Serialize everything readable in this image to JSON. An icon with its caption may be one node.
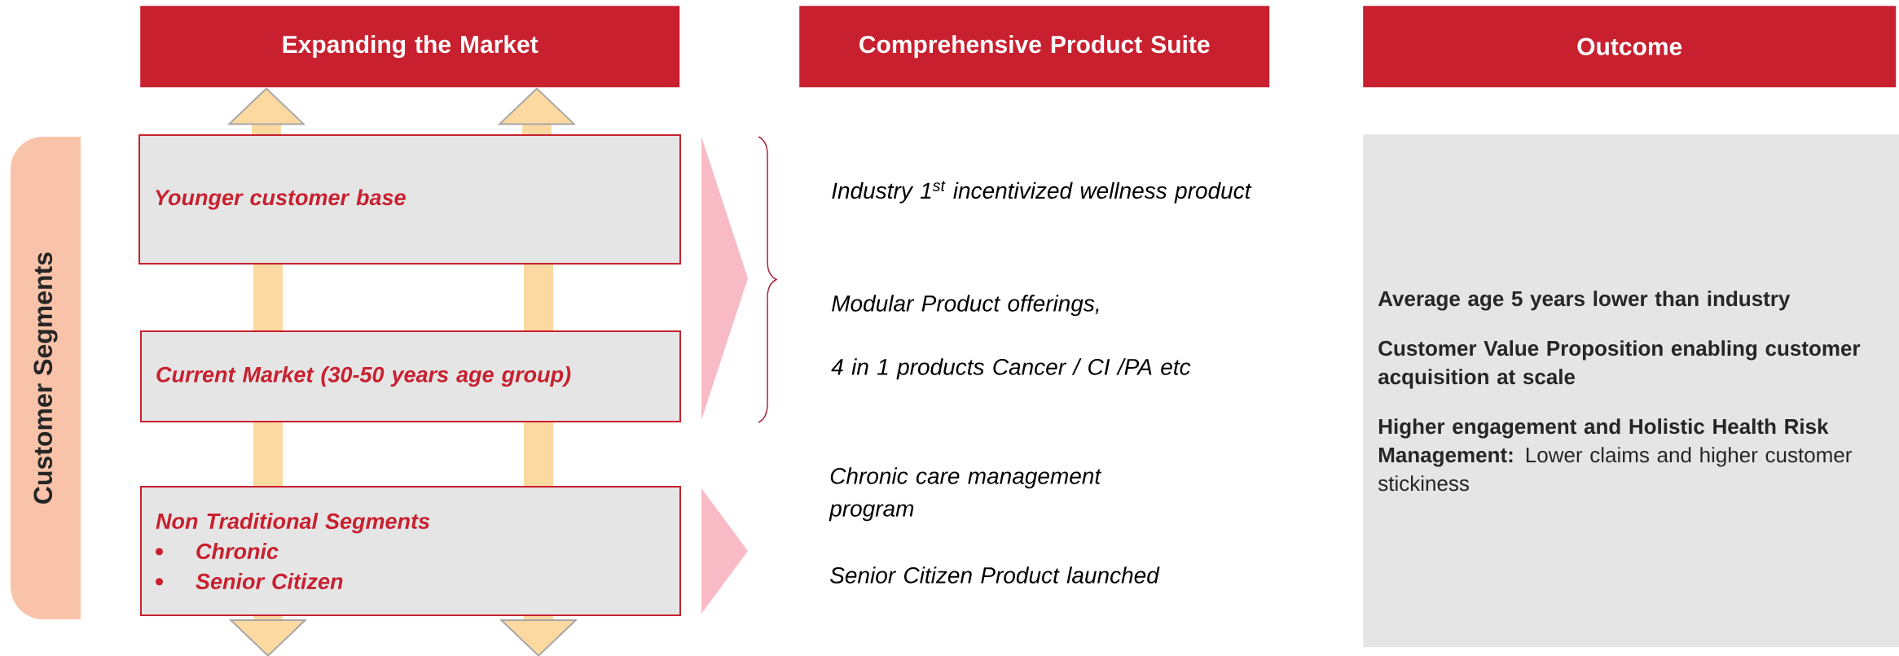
{
  "diagram": {
    "nodes": [
      {
        "text": [
          "Expanding the Market"
        ]
      },
      {
        "text": [
          "Comprehensive Product Suite"
        ]
      },
      {
        "text": [
          "Outcome"
        ]
      },
      {
        "text": [
          "Customer Segments"
        ]
      },
      {
        "text": [
          "Younger customer base"
        ]
      },
      {
        "text": [
          "Current Market (30-50 years age group)"
        ]
      },
      {
        "text": [
          "Non Traditional Segments",
          "Chronic",
          "Senior Citizen"
        ]
      },
      {
        "text": [
          "Average age 5 years lower than industry",
          "Customer Value Proposition enabling customer acquisition at scale",
          "**Higher engagement and Holistic Health Risk Management:** Lower claims and higher customer stickiness"
        ]
      },
      {
        "text": [
          "Industry 1$^{st}$ incentivized wellness product"
        ]
      },
      {
        "text": [
          "Modular Product offerings,"
        ]
      },
      {
        "text": [
          "4 in 1 products Cancer / CI /PA etc"
        ]
      },
      {
        "text": [
          "Chronic care management program"
        ]
      },
      {
        "text": [
          "Senior Citizen Product launched"
        ]
      }
    ],
    "edges": [
      {
        "from": 4,
        "to": 0,
        "arrow": "to"
      },
      {
        "from": 5,
        "to": 4,
        "arrow": "none"
      },
      {
        "from": 6,
        "to": 5,
        "arrow": "none"
      },
      {
        "from": 6,
        "to": null,
        "arrow": "to"
      },
      {
        "from": 4,
        "to": 0,
        "arrow": "to"
      },
      {
        "from": 5,
        "to": 4,
        "arrow": "none"
      },
      {
        "from": 6,
        "to": 5,
        "arrow": "none"
      },
      {
        "from": 6,
        "to": null,
        "arrow": "to"
      },
      {
        "from": 4,
        "to": 8,
        "arrow": "to",
        "color": "#f8bbc5"
      },
      {
        "from": 5,
        "to": 10,
        "arrow": "to",
        "color": "#f8bbc5"
      },
      {
        "from": 6,
        "to": 11,
        "arrow": "to",
        "color": "#f8bbc5"
      },
      {
        "from": 6,
        "to": 12,
        "arrow": "to",
        "color": "#f8bbc5"
      }
    ]
  }
}
